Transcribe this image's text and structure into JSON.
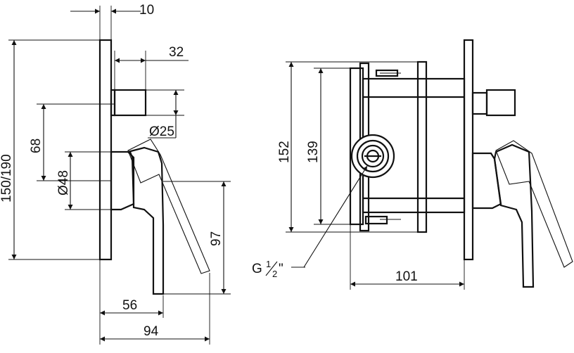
{
  "diagram": {
    "dimensions": {
      "d10": "10",
      "d32": "32",
      "d150_190": "150/190",
      "d68": "68",
      "d25": "Ø25",
      "d48": "Ø48",
      "d97": "97",
      "d56": "56",
      "d94": "94",
      "d152": "152",
      "d139": "139",
      "d101": "101"
    },
    "thread": {
      "prefix": "G ",
      "numerator": "1",
      "denominator": "2",
      "suffix": "\""
    }
  }
}
